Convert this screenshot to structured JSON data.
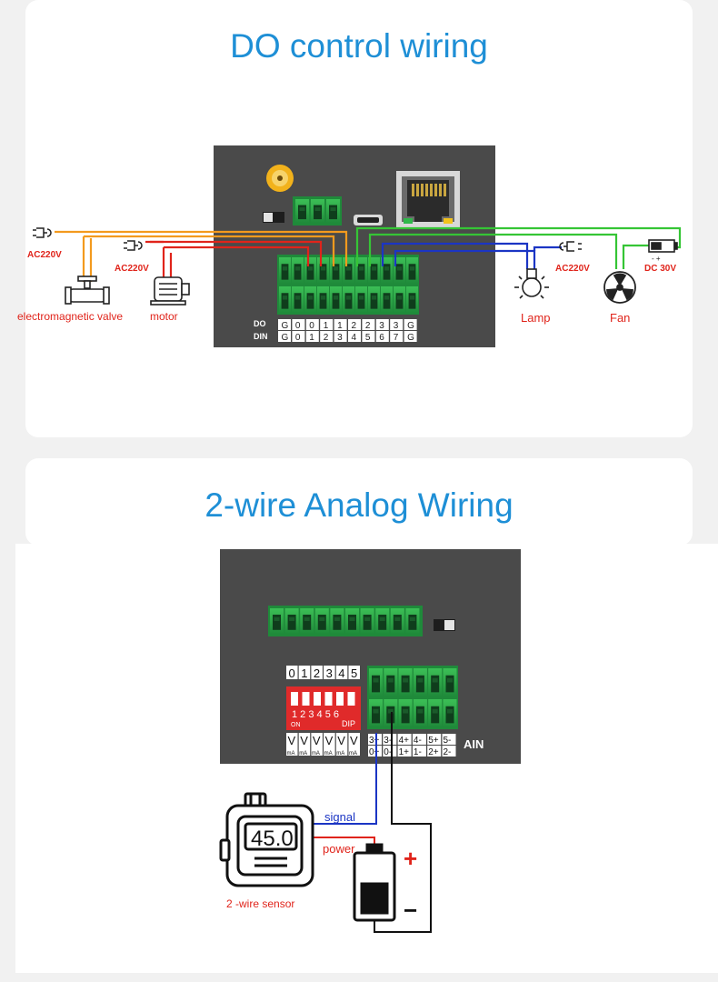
{
  "section1": {
    "title": "DO control wiring",
    "do_row_label": "DO",
    "din_row_label": "DIN",
    "do_channels": [
      "G",
      "0",
      "0",
      "1",
      "1",
      "2",
      "2",
      "3",
      "3",
      "G"
    ],
    "din_channels": [
      "G",
      "0",
      "1",
      "2",
      "3",
      "4",
      "5",
      "6",
      "7",
      "G"
    ],
    "labels": {
      "valve_voltage": "AC220V",
      "motor_voltage": "AC220V",
      "lamp_voltage": "AC220V",
      "fan_voltage": "DC  30V",
      "fan_polarity": "-   +",
      "valve": "electromagnetic valve",
      "motor": "motor",
      "lamp": "Lamp",
      "fan": "Fan"
    }
  },
  "section2": {
    "title": "2-wire Analog Wiring",
    "dip_numbers": [
      "0",
      "1",
      "2",
      "3",
      "4",
      "5"
    ],
    "dip_switch_digits": "1 2 3 4 5 6",
    "dip_on_label": "ON",
    "dip_label": "DIP",
    "v_labels": [
      "V",
      "V",
      "V",
      "V",
      "V",
      "V"
    ],
    "ma_labels": [
      "mA",
      "mA",
      "mA",
      "mA",
      "mA",
      "mA"
    ],
    "ain_top": [
      "3+",
      "3-",
      "4+",
      "4-",
      "5+",
      "5-"
    ],
    "ain_bottom": [
      "0+",
      "0-",
      "1+",
      "1-",
      "2+",
      "2-"
    ],
    "ain_label": "AIN",
    "sensor_display": "45.0",
    "signal_label": "signal",
    "power_label": "power",
    "sensor_label": "2 -wire sensor",
    "plus_sign": "+",
    "minus_sign": "−"
  },
  "colors": {
    "title": "#1e8fd6",
    "orange_wire": "#f39a1e",
    "red_wire": "#e0241b",
    "green_wire": "#35c535",
    "blue_wire": "#1b35c4",
    "device_body": "#4a4a4a",
    "terminal_green": "#2fa84a"
  }
}
